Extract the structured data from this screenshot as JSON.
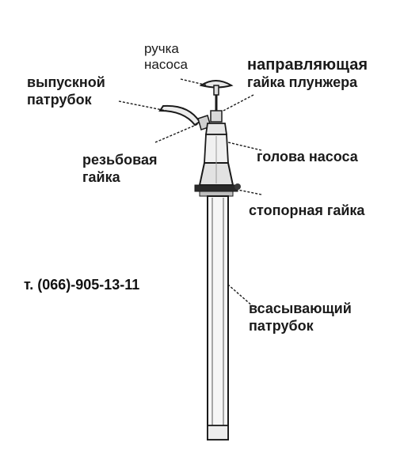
{
  "labels": {
    "pump_handle": [
      "ручка",
      "насоса"
    ],
    "plunger_guide_nut": [
      "направляющая",
      "гайка плунжера"
    ],
    "outlet_pipe": [
      "выпускной",
      "патрубок"
    ],
    "threaded_nut": [
      "резьбовая",
      "гайка"
    ],
    "pump_head": "голова насоса",
    "lock_nut": "стопорная гайка",
    "suction_pipe": [
      "всасывающий",
      "патрубок"
    ]
  },
  "phone": "т. (066)-905-13-11",
  "colors": {
    "ink": "#1a1a1a",
    "body_fill": "#f4f4f4",
    "shade": "#9a9a9a"
  }
}
